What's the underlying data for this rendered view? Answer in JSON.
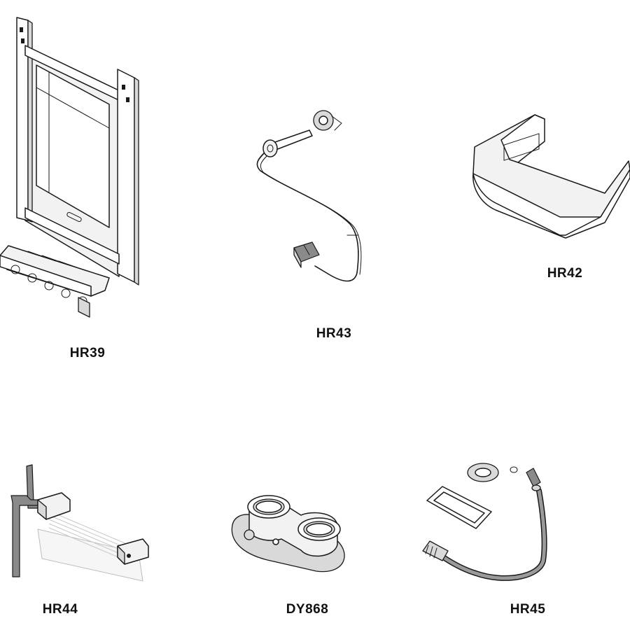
{
  "parts": [
    {
      "id": "bracket",
      "code": "HR39"
    },
    {
      "id": "sensor",
      "code": "HR43"
    },
    {
      "id": "cover",
      "code": "HR42"
    },
    {
      "id": "pipe-kit",
      "code": "HR44"
    },
    {
      "id": "flue-adaptor",
      "code": "DY868"
    },
    {
      "id": "hose-kit",
      "code": "HR45"
    }
  ]
}
